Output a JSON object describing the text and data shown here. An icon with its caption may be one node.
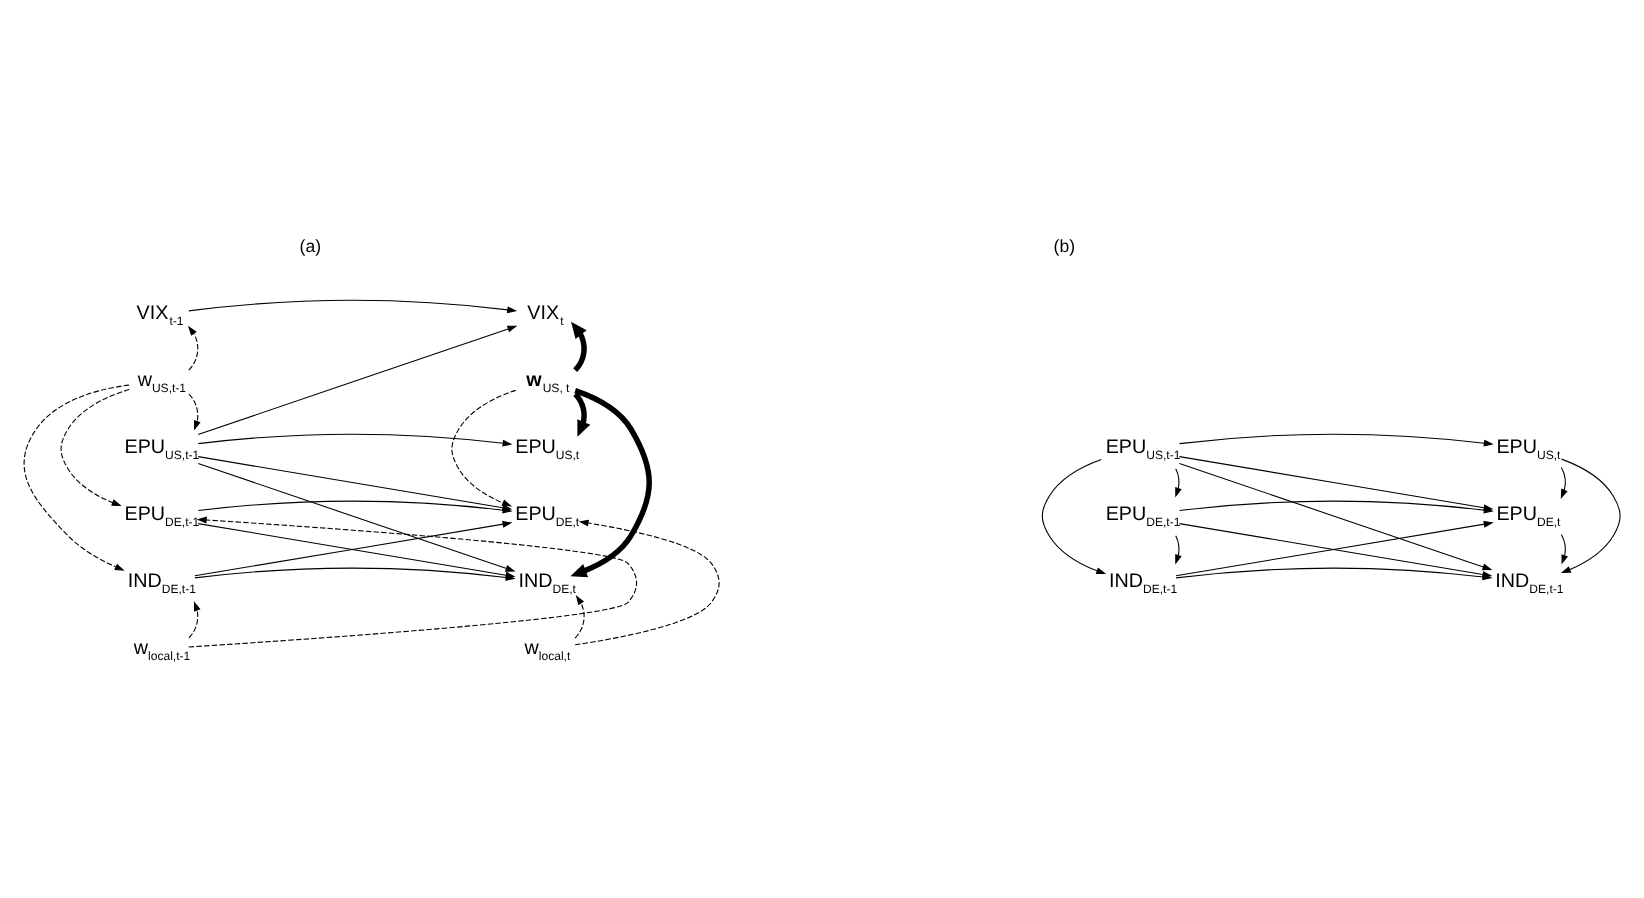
{
  "diagram": {
    "nodes": [
      {
        "text": [
          "VIX$_{t-1}$"
        ]
      },
      {
        "text": [
          "VIX$_{t}$"
        ]
      },
      {
        "text": [
          "w$_{US,t-1}$"
        ]
      },
      {
        "text": [
          "**w**$_{US, t}$"
        ]
      },
      {
        "text": [
          "EPU$_{US,t-1}$"
        ]
      },
      {
        "text": [
          "EPU$_{US,t}$"
        ]
      },
      {
        "text": [
          "EPU$_{DE,t-1}$"
        ]
      },
      {
        "text": [
          "EPU$_{DE,t}$"
        ]
      },
      {
        "text": [
          "IND$_{DE,t-1}$"
        ]
      },
      {
        "text": [
          "IND$_{DE,t}$"
        ]
      },
      {
        "text": [
          "w$_{local,t-1}$"
        ]
      },
      {
        "text": [
          "w$_{local,t}$"
        ]
      },
      {
        "text": [
          "EPU$_{US,t-1}$"
        ]
      },
      {
        "text": [
          "EPU$_{US,t}$"
        ]
      },
      {
        "text": [
          "EPU$_{DE,t-1}$"
        ]
      },
      {
        "text": [
          "EPU$_{DE,t}$"
        ]
      },
      {
        "text": [
          "IND$_{DE,t-1}$"
        ]
      },
      {
        "text": [
          "IND$_{DE,t-1}$"
        ]
      }
    ],
    "edges": [
      {
        "from": 0,
        "to": 1,
        "arrow": "to"
      },
      {
        "from": 2,
        "to": 0,
        "arrow": "to",
        "style": "dashed"
      },
      {
        "from": 4,
        "to": 1,
        "arrow": "to"
      },
      {
        "from": 3,
        "to": 1,
        "arrow": "to",
        "style": "thick"
      },
      {
        "from": 2,
        "to": 4,
        "arrow": "to",
        "style": "dashed"
      },
      {
        "from": 2,
        "to": 6,
        "arrow": "to",
        "style": "dashed"
      },
      {
        "from": 2,
        "to": 8,
        "arrow": "to",
        "style": "dashed"
      },
      {
        "from": 3,
        "to": 5,
        "arrow": "to",
        "style": "thick"
      },
      {
        "from": 3,
        "to": 7,
        "arrow": "to",
        "style": "dashed"
      },
      {
        "from": 3,
        "to": 9,
        "arrow": "to",
        "style": "thick"
      },
      {
        "from": 4,
        "to": 5,
        "arrow": "to"
      },
      {
        "from": 4,
        "to": 7,
        "arrow": "to"
      },
      {
        "from": 4,
        "to": 9,
        "arrow": "to"
      },
      {
        "from": 6,
        "to": 7,
        "arrow": "to"
      },
      {
        "from": 6,
        "to": 9,
        "arrow": "to"
      },
      {
        "from": 8,
        "to": 7,
        "arrow": "to"
      },
      {
        "from": 8,
        "to": 9,
        "arrow": "to"
      },
      {
        "from": 10,
        "to": 6,
        "arrow": "to",
        "style": "dashed"
      },
      {
        "from": 10,
        "to": 8,
        "arrow": "to",
        "style": "dashed"
      },
      {
        "from": 11,
        "to": 7,
        "arrow": "to",
        "style": "dashed"
      },
      {
        "from": 11,
        "to": 9,
        "arrow": "to",
        "style": "dashed"
      },
      {
        "from": 12,
        "to": 13,
        "arrow": "to"
      },
      {
        "from": 12,
        "to": 15,
        "arrow": "to"
      },
      {
        "from": 12,
        "to": 17,
        "arrow": "to"
      },
      {
        "from": 12,
        "to": 14,
        "arrow": "to"
      },
      {
        "from": 12,
        "to": 16,
        "arrow": "to"
      },
      {
        "from": 14,
        "to": 15,
        "arrow": "to"
      },
      {
        "from": 14,
        "to": 17,
        "arrow": "to"
      },
      {
        "from": 14,
        "to": 16,
        "arrow": "to"
      },
      {
        "from": 16,
        "to": 15,
        "arrow": "to"
      },
      {
        "from": 16,
        "to": 17,
        "arrow": "to"
      },
      {
        "from": 13,
        "to": 15,
        "arrow": "to"
      },
      {
        "from": 13,
        "to": 17,
        "arrow": "to"
      },
      {
        "from": 15,
        "to": 17,
        "arrow": "to"
      }
    ],
    "labels": [
      "(a)",
      "(b)"
    ]
  }
}
